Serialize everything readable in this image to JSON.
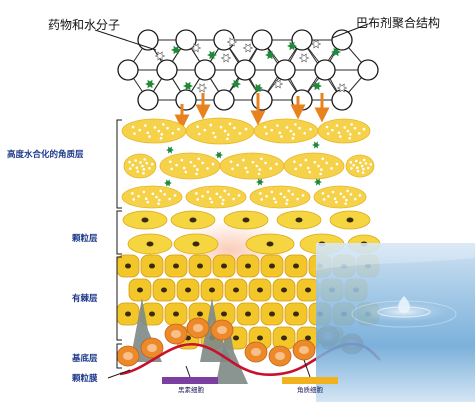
{
  "labels": {
    "drug_water": "药物和水分子",
    "polymer": "巴布剂聚合结构",
    "hydrated_stratum": "高度水合化的角质层",
    "granular_layer": "颗粒层",
    "spinous_layer": "有棘层",
    "basal_layer": "基底层",
    "granular_membrane": "颗粒膜",
    "melanocyte": "黑素细胞",
    "keratinocyte": "角质细胞"
  },
  "colors": {
    "label_blue": "#1f3a8a",
    "arrow_orange": "#e8821e",
    "corneocyte_yellow": "#f5d24a",
    "granular_yellow": "#f6d640",
    "spinous_yellow": "#f3c62a",
    "basal_orange": "#ec8a2a",
    "melanocyte_purple": "#7a3fa0",
    "keratinocyte_yellow": "#f2b21d",
    "membrane_red": "#c8102e",
    "molecule_green": "#1f8a3a",
    "water_blue": "#7ab2dc"
  },
  "icons": [
    "polymer-node-icon",
    "drug-molecule-icon",
    "water-molecule-icon",
    "diffusion-arrow-icon"
  ]
}
